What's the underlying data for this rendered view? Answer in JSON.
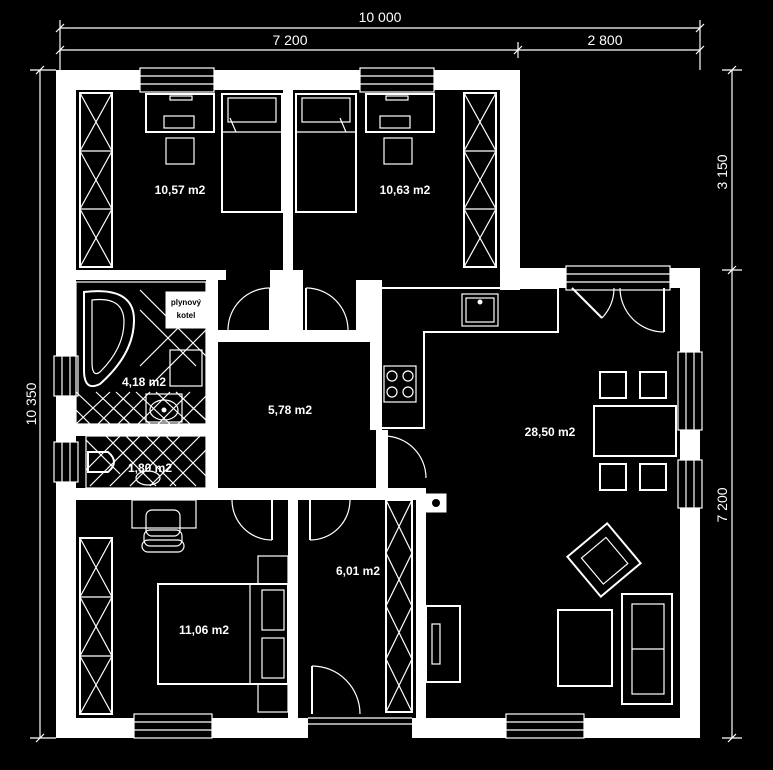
{
  "dimensions": {
    "top_total": "10 000",
    "top_left": "7 200",
    "top_right": "2 800",
    "right_upper": "3 150",
    "right_lower": "7 200",
    "left_total": "10 350"
  },
  "rooms": {
    "bedroom_left": "10,57 m2",
    "bedroom_right": "10,63 m2",
    "bathroom": "4,18 m2",
    "toilet": "1,80 m2",
    "hall": "5,78 m2",
    "living": "28,50 m2",
    "bedroom_bottom": "11,06 m2",
    "corridor": "6,01 m2"
  },
  "labels": {
    "heater_line1": "plynový",
    "heater_line2": "kotel"
  },
  "colors": {
    "background": "#000000",
    "lines": "#ffffff"
  }
}
